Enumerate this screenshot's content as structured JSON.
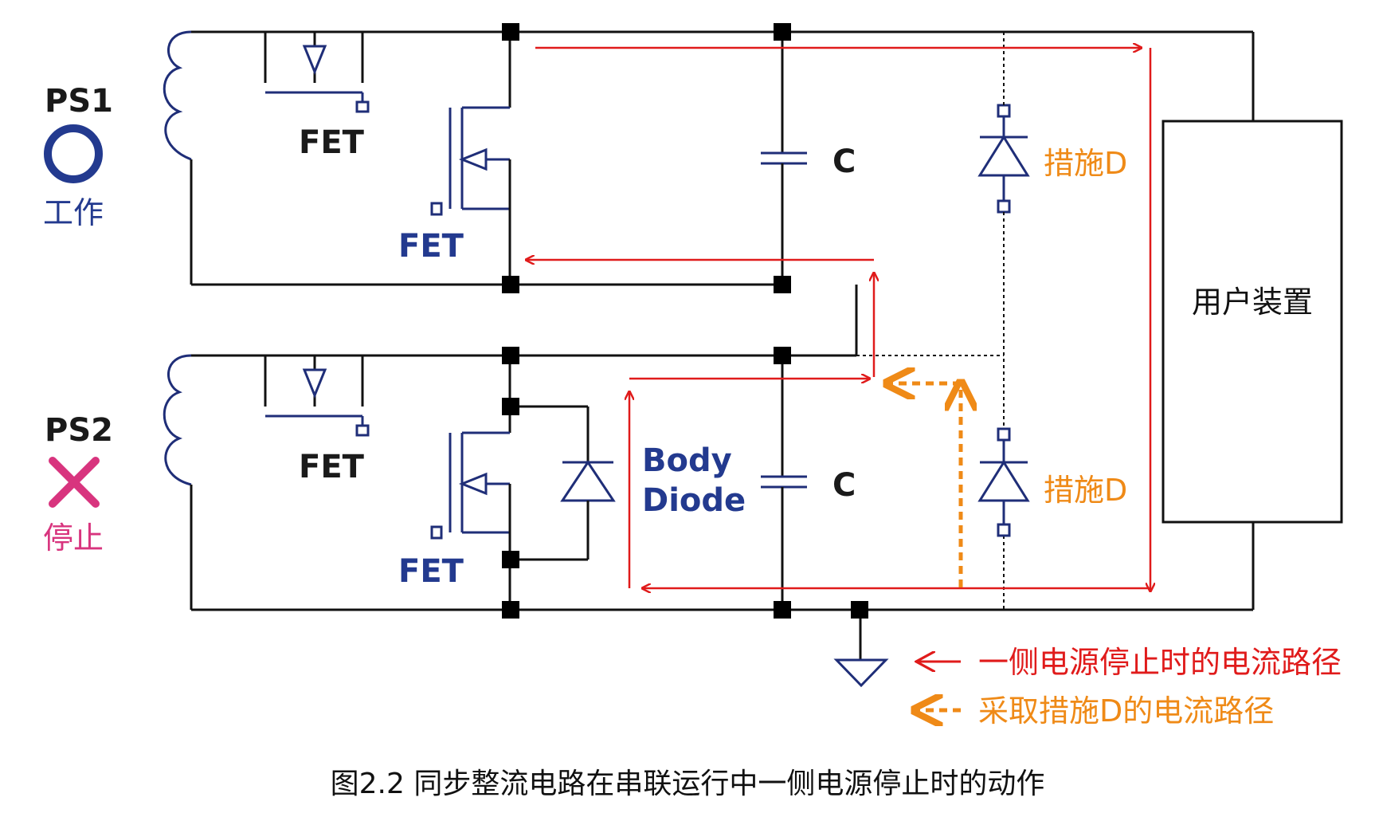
{
  "ps1": {
    "label": "PS1",
    "status": "工作",
    "status_symbol": "circle-icon",
    "status_color": "#233a8f"
  },
  "ps2": {
    "label": "PS2",
    "status": "停止",
    "status_symbol": "cross-icon",
    "status_color": "#d8347e"
  },
  "labels": {
    "fet": "FET",
    "capacitor": "C",
    "measure_d": "措施D",
    "body_diode_line1": "Body",
    "body_diode_line2": "Diode",
    "device": "用户装置"
  },
  "legend": {
    "normal_path": "一侧电源停止时的电流路径",
    "measure_path": "采取措施D的电流路径"
  },
  "caption": "图2.2  同步整流电路在串联运行中一侧电源停止时的动作",
  "colors": {
    "wire": "#111111",
    "device_symbol": "#1f2e78",
    "current_path": "#e01b1b",
    "measure_path": "#ef8a17"
  }
}
